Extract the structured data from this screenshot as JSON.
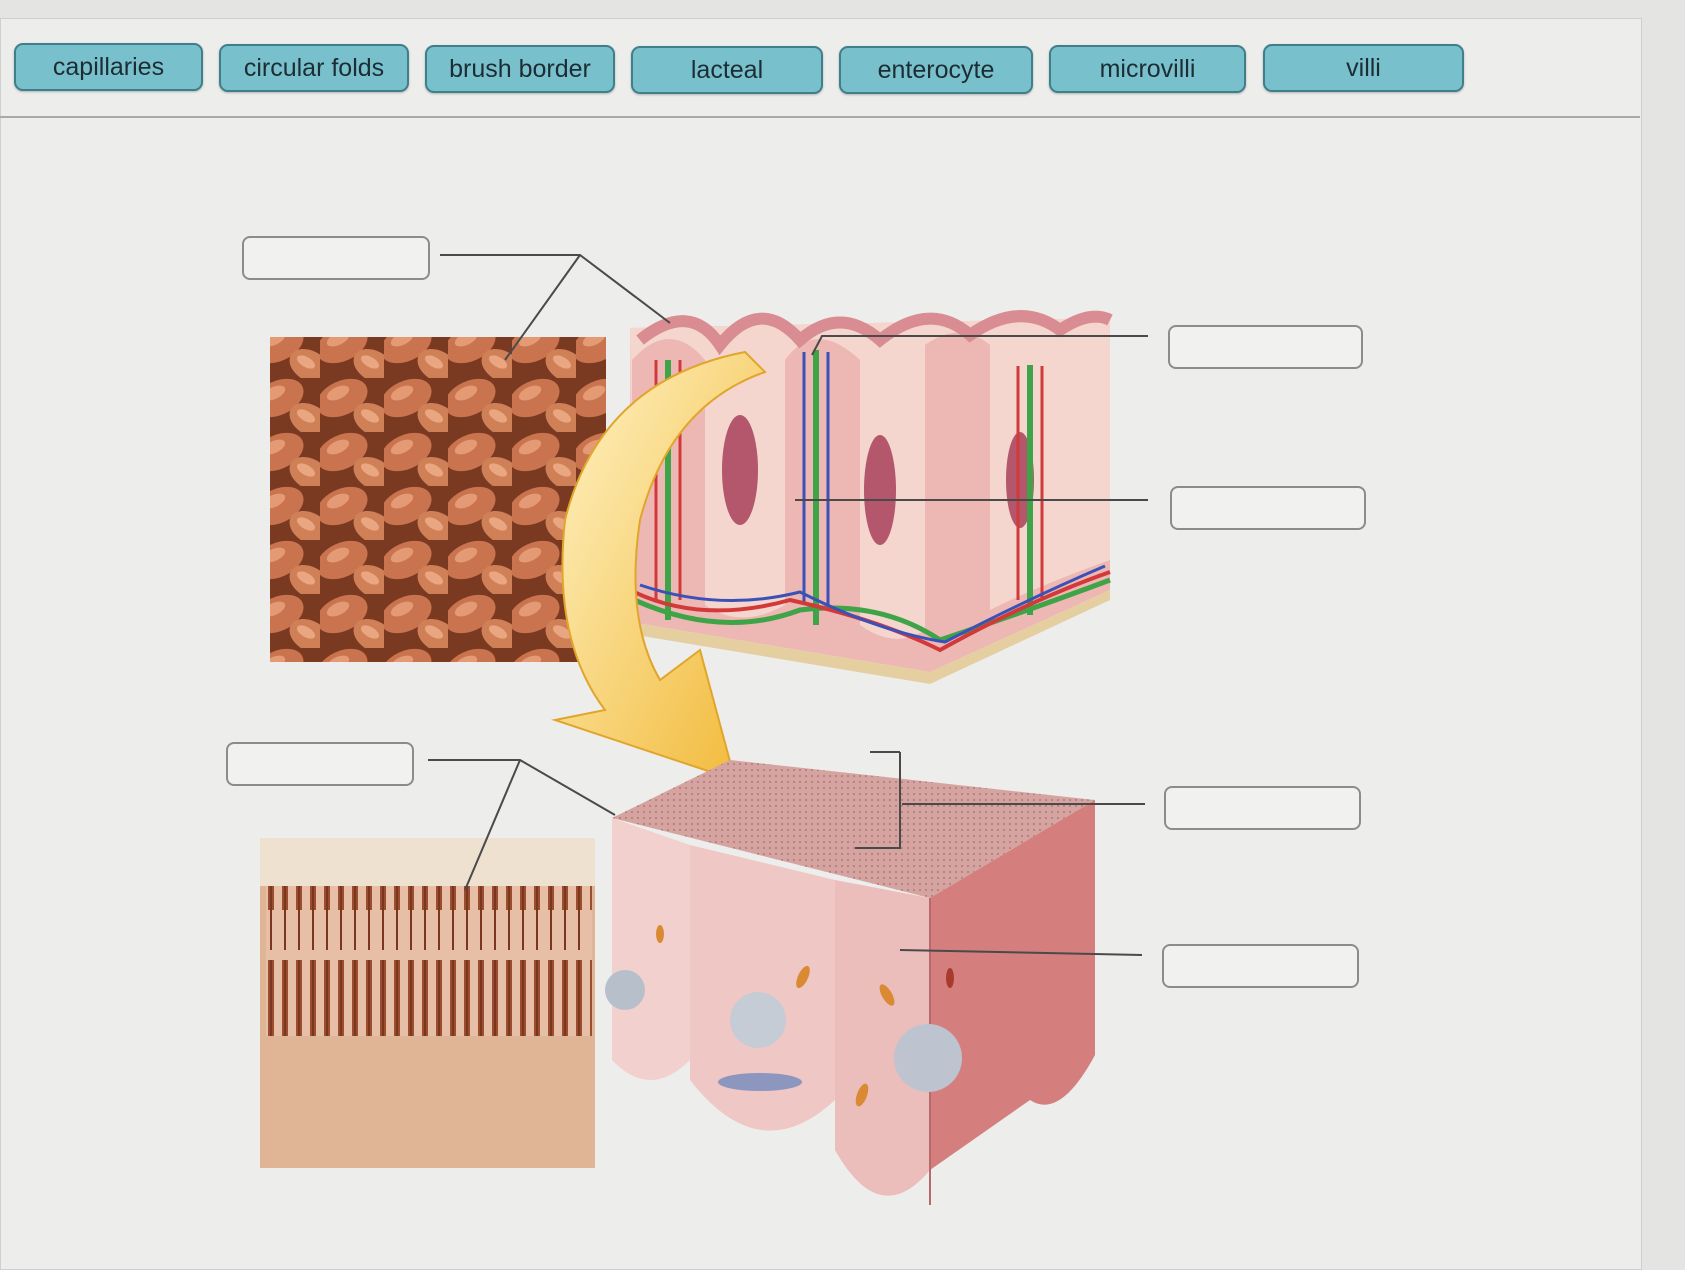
{
  "word_bank": {
    "chips": [
      {
        "label": "capillaries"
      },
      {
        "label": "circular folds"
      },
      {
        "label": "brush border"
      },
      {
        "label": "lacteal"
      },
      {
        "label": "enterocyte"
      },
      {
        "label": "microvilli"
      },
      {
        "label": "villi"
      }
    ]
  },
  "diagram": {
    "subject": "small intestine mucosa",
    "targets_empty": 6,
    "colors": {
      "chip_fill": "#79c0cd",
      "chip_border": "#3f7f8c",
      "mucosa_pink": "#e7a3a6",
      "capillary_red": "#d23a3a",
      "vein_blue": "#3a52b8",
      "lacteal_green": "#3fa347",
      "arrow_yellow": "#f4c23f"
    }
  }
}
